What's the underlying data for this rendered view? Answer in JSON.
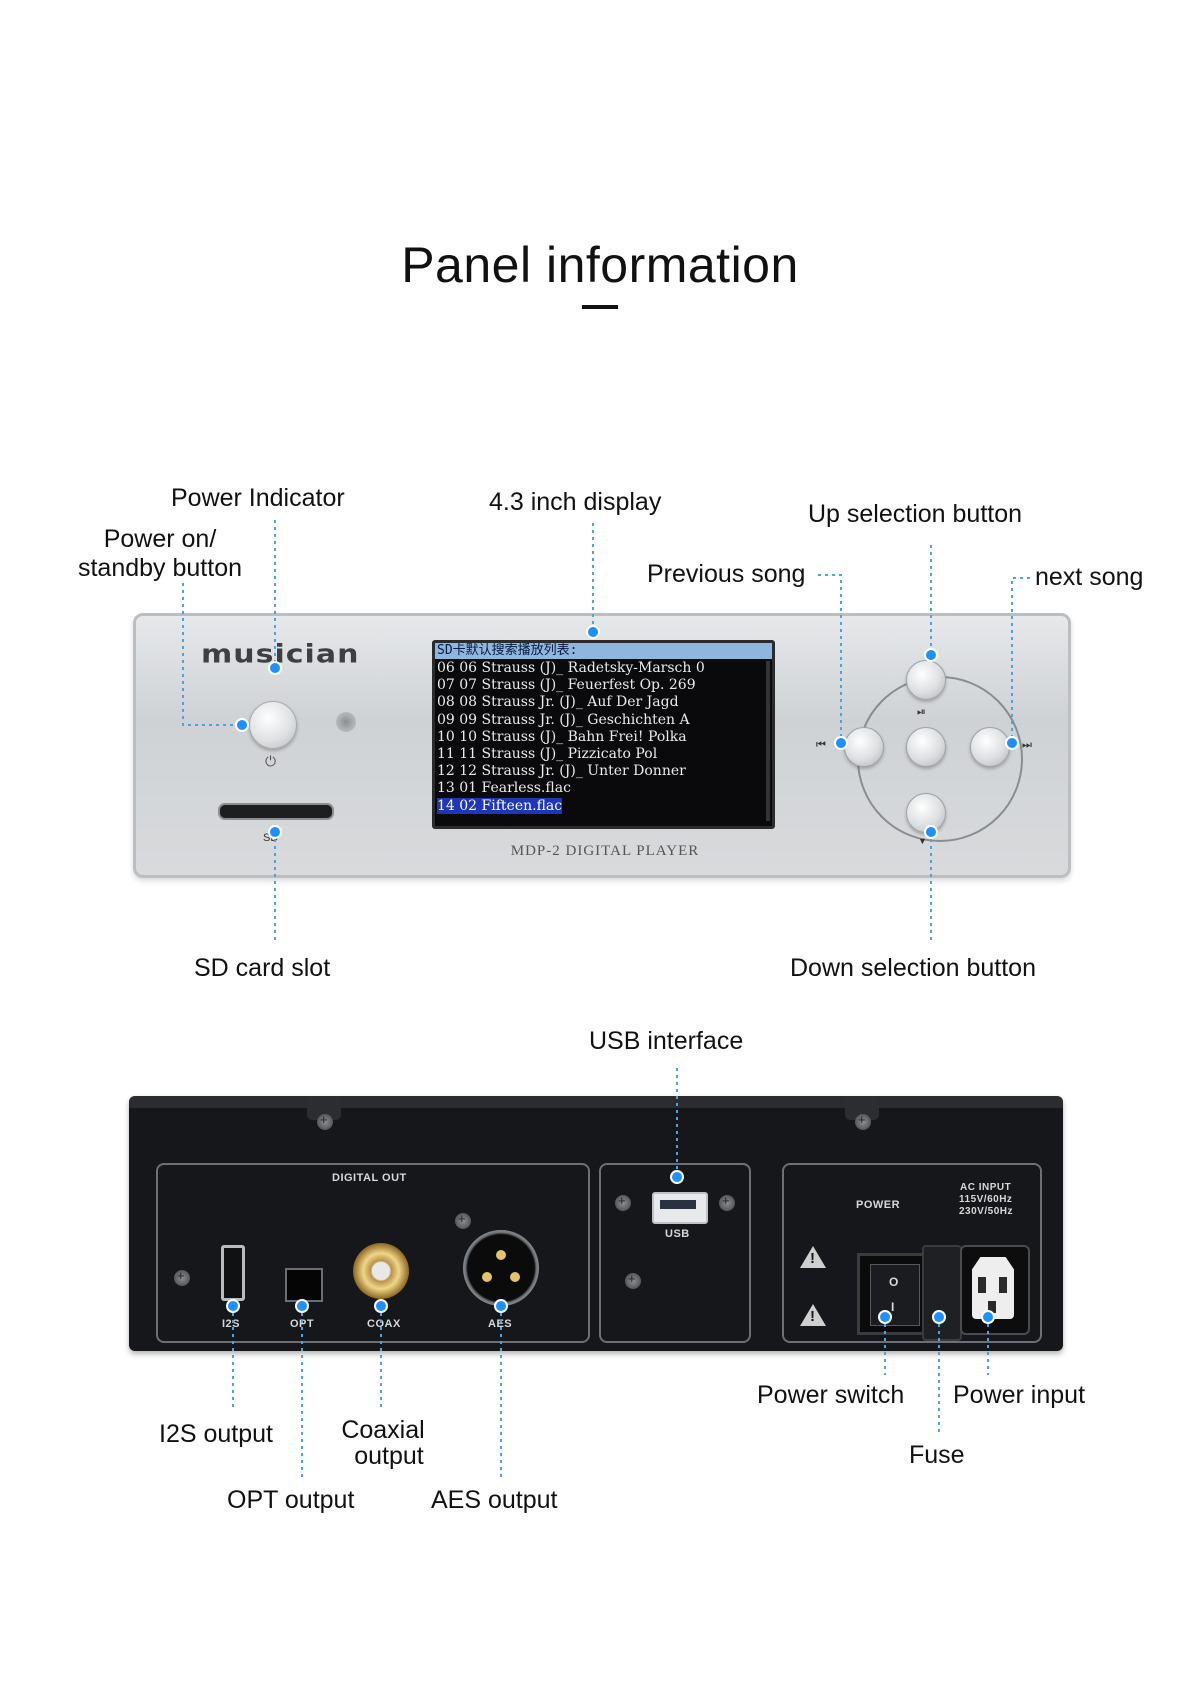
{
  "title": "Panel information",
  "front_labels": {
    "power_indicator": "Power Indicator",
    "power_button_1": "Power on/",
    "power_button_2": "standby button",
    "display": "4.3 inch display",
    "up": "Up selection button",
    "previous": "Previous song",
    "next": "next song",
    "sd_slot": "SD card slot",
    "down": "Down selection button"
  },
  "front_panel": {
    "brand": "musician",
    "model": "MDP-2 DIGITAL PLAYER",
    "sd_text": "SD",
    "power_symbol": "⏻",
    "screen": {
      "header": "SD卡默认搜索播放列表:",
      "rows": [
        "06 06 Strauss (J)_ Radetsky-Marsch 0",
        "07 07 Strauss (J)_ Feuerfest Op. 269",
        "08 08 Strauss Jr. (J)_ Auf Der Jagd",
        "09 09 Strauss Jr. (J)_ Geschichten A",
        "10 10 Strauss (J)_ Bahn Frei! Polka",
        "11 11 Strauss (J)_ Pizzicato Pol",
        "12 12 Strauss Jr. (J)_ Unter Donner",
        "13 01 Fearless.flac",
        "14 02 Fifteen.flac"
      ],
      "selected_row": "14 02 Fifteen.flac"
    },
    "glyphs": {
      "play_pause": "⏯",
      "prev": "⏮",
      "next": "⏭",
      "up": "▲",
      "down": "▼"
    }
  },
  "rear_labels": {
    "usb": "USB interface",
    "i2s": "I2S output",
    "opt": "OPT output",
    "coax_1": "Coaxial",
    "coax_2": "output",
    "aes": "AES output",
    "power_switch": "Power switch",
    "power_input": "Power input",
    "fuse": "Fuse"
  },
  "rear_panel": {
    "digital_out": "DIGITAL OUT",
    "i2s": "I2S",
    "opt": "OPT",
    "coax": "COAX",
    "aes": "AES",
    "usb": "USB",
    "power": "POWER",
    "ac_input": "AC INPUT",
    "voltage_1": "115V/60Hz",
    "voltage_2": "230V/50Hz",
    "switch_on": "I",
    "switch_off": "O"
  },
  "colors": {
    "accent_dot": "#1e90ff",
    "guide_line": "#4da3e0"
  }
}
